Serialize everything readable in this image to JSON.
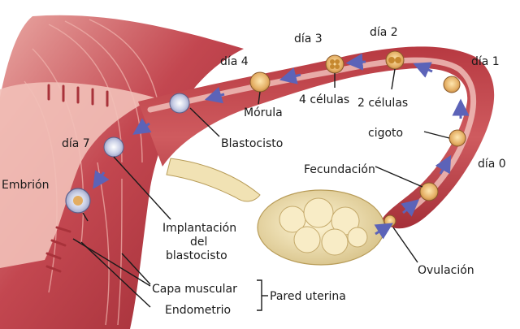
{
  "labels": {
    "dia3": "día 3",
    "dia2": "día 2",
    "dia4": "día 4",
    "dia1": "día 1",
    "dia7": "día 7",
    "dia0": "día 0",
    "cuatro_celulas": "4 células",
    "dos_celulas": "2 células",
    "morula": "Mórula",
    "cigoto": "cigoto",
    "blastocisto": "Blastocisto",
    "fecundacion": "Fecundación",
    "embrion": "Embrión",
    "implantacion_1": "Implantación",
    "implantacion_2": "del",
    "implantacion_3": "blastocisto",
    "ovulacion": "Ovulación",
    "capa_muscular": "Capa muscular",
    "endometrio": "Endometrio",
    "pared_uterina": "Pared uterina"
  },
  "colors": {
    "tissue_dark": "#9c2a33",
    "tissue_mid": "#c0454c",
    "tissue_light": "#e08f8a",
    "lumen": "#f3c6bf",
    "ovary": "#f1e2b4",
    "cell": "#eac07a",
    "arrow": "#5c63b8"
  }
}
